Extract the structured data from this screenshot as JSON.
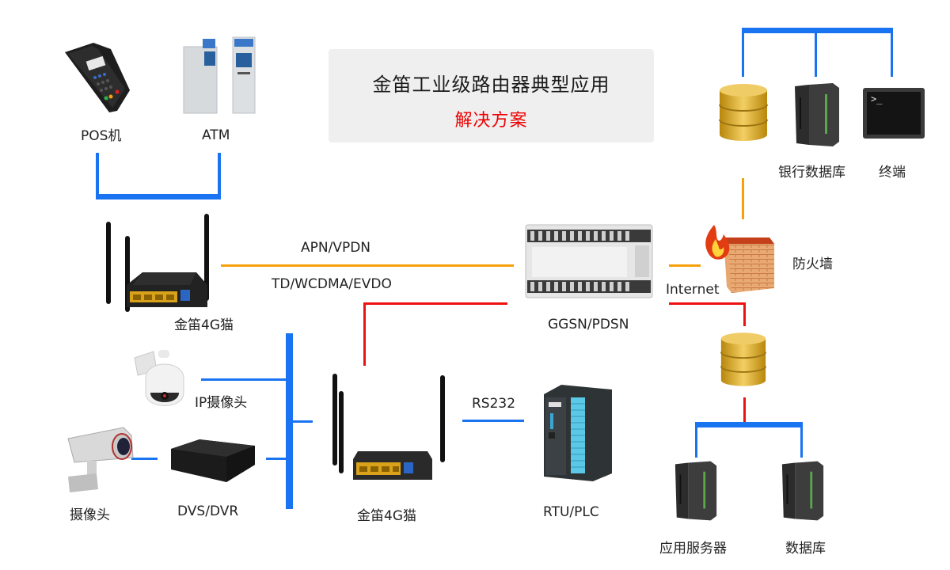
{
  "title": {
    "main": "金笛工业级路由器典型应用",
    "sub": "解决方案"
  },
  "nodes": {
    "pos": "POS机",
    "atm": "ATM",
    "router_top": "金笛4G猫",
    "ip_camera": "IP摄像头",
    "camera": "摄像头",
    "dvs_dvr": "DVS/DVR",
    "router_bottom": "金笛4G猫",
    "rtu_plc": "RTU/PLC",
    "bank_db": "银行数据库",
    "terminal": "终端",
    "firewall": "防火墙",
    "app_server": "应用服务器",
    "database": "数据库"
  },
  "links": {
    "apn_vpdn": "APN/VPDN",
    "td_wcdma_evdo": "TD/WCDMA/EVDO",
    "ggsn_pdsn": "GGSN/PDSN",
    "internet": "Internet",
    "rs232": "RS232"
  },
  "terminal_prompt": ">_",
  "colors": {
    "lan": "#1a73f0",
    "wireless": "#f5a00c",
    "internet": "#ee1111",
    "subtitle": "#ee0000"
  }
}
